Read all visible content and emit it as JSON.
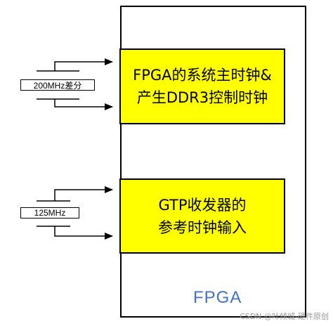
{
  "blocks": {
    "system_clock": "FPGA的系统主时钟&\n产生DDR3控制时钟",
    "gtp_ref": "GTP收发器的\n参考时钟输入"
  },
  "oscillators": {
    "osc1_label": "200MHz差分",
    "osc2_label": "125MHz"
  },
  "fpga_label": "FPGA",
  "watermark": "CSDN @叶倾城-硬件原创"
}
